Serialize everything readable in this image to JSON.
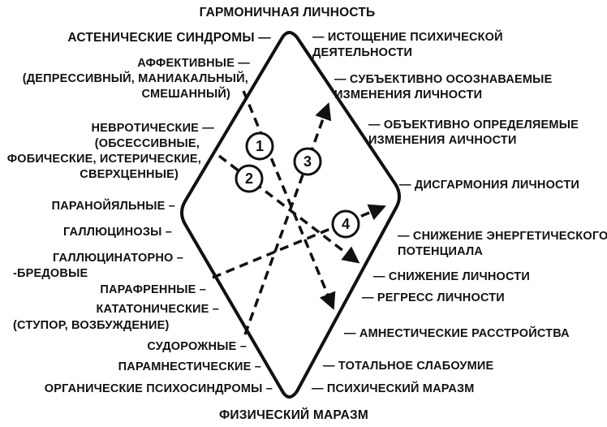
{
  "title_top": "ГАРМОНИЧНАЯ ЛИЧНОСТЬ",
  "title_bottom": "ФИЗИЧЕСКИЙ МАРАЗМ",
  "left_labels": {
    "asthenic": "АСТЕНИЧЕСКИЕ СИНДРОМЫ —",
    "affective_1": "АФФЕКТИВНЫЕ —",
    "affective_2": "(ДЕПРЕССИВНЫЙ, МАНИАКАЛЬНЫЙ,",
    "affective_3": "СМЕШАННЫЙ)",
    "neurotic_1": "НЕВРОТИЧЕСКИЕ —",
    "neurotic_2": "(ОБСЕССИВНЫЕ,",
    "neurotic_3": "ФОБИЧЕСКИЕ, ИСТЕРИЧЕСКИЕ,",
    "neurotic_4": "СВЕРХЦЕННЫЕ)",
    "paranoid": "ПАРАНОЙЯЛЬНЫЕ –",
    "hallucinosis": "ГАЛЛЮЦИНОЗЫ –",
    "hallucinatory_1": "ГАЛЛЮЦИНАТОРНО –",
    "hallucinatory_2": "-БРЕДОВЫЕ",
    "paraphrenic": "ПАРАФРЕННЫЕ –",
    "catatonic_1": "КАТАТОНИЧЕСКИЕ –",
    "catatonic_2": "(СТУПОР, ВОЗБУЖДЕНИЕ)",
    "convulsive": "СУДОРОЖНЫЕ –",
    "paramnestic": "ПАРАМНЕСТИЧЕСКИЕ –",
    "organic": "ОРГАНИЧЕСКИЕ ПСИХОСИНДРОМЫ –"
  },
  "right_labels": {
    "exhaustion_1": "— ИСТОЩЕНИЕ ПСИХИЧЕСКОЙ",
    "exhaustion_2": "ДЕЯТЕЛЬНОСТИ",
    "subjective_1": "— СУБЪЕКТИВНО ОСОЗНАВАЕМЫЕ",
    "subjective_2": "ИЗМЕНЕНИЯ ЛИЧНОСТИ",
    "objective_1": "— ОБЪЕКТИВНО ОПРЕДЕЛЯЕМЫЕ",
    "objective_2": "ИЗМЕНЕНИЯ АИЧНОСТИ",
    "disharmony": "— ДИСГАРМОНИЯ ЛИЧНОСТИ",
    "energy_1": "— СНИЖЕНИЕ ЭНЕРГЕТИЧЕСКОГО",
    "energy_2": "ПОТЕНЦИАЛА",
    "decline": "— СНИЖЕНИЕ ЛИЧНОСТИ",
    "regress": "— РЕГРЕСС ЛИЧНОСТИ",
    "amnestic": "— АМНЕСТИЧЕСКИЕ РАССТРОЙСТВА",
    "dementia": "— ТОТАЛЬНОЕ СЛАБОУМИЕ",
    "marasmus": "— ПСИХИЧЕСКИЙ МАРАЗМ"
  },
  "markers": [
    "1",
    "2",
    "3",
    "4"
  ]
}
